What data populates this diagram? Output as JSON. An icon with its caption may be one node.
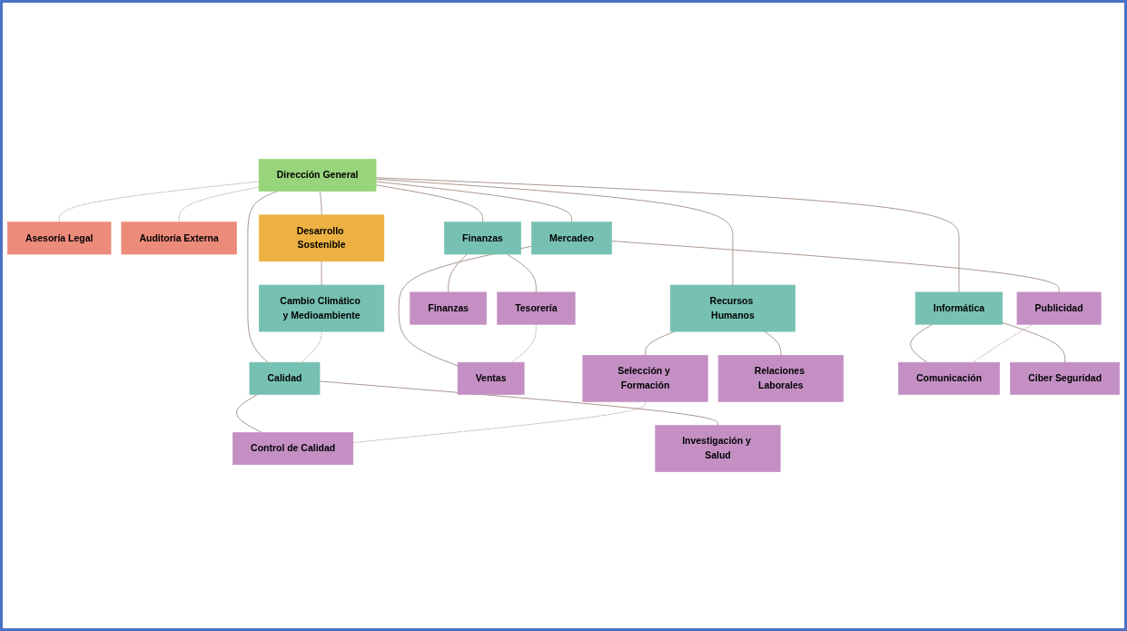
{
  "diagram": {
    "nodes": [
      {
        "text": [
          "Dirección General"
        ]
      },
      {
        "text": [
          "Asesoría Legal"
        ]
      },
      {
        "text": [
          "Auditoría Externa"
        ]
      },
      {
        "text": [
          "Desarrollo Sostenible"
        ]
      },
      {
        "text": [
          "Cambio Climático y Medioambiente"
        ]
      },
      {
        "text": [
          "Finanzas"
        ]
      },
      {
        "text": [
          "Mercadeo"
        ]
      },
      {
        "text": [
          "Recursos Humanos"
        ]
      },
      {
        "text": [
          "Calidad"
        ]
      },
      {
        "text": [
          "Informática"
        ]
      },
      {
        "text": [
          "Finanzas"
        ]
      },
      {
        "text": [
          "Tesorería"
        ]
      },
      {
        "text": [
          "Publicidad"
        ]
      },
      {
        "text": [
          "Ventas"
        ]
      },
      {
        "text": [
          "Selección y Formación"
        ]
      },
      {
        "text": [
          "Relaciones Laborales"
        ]
      },
      {
        "text": [
          "Control de Calidad"
        ]
      },
      {
        "text": [
          "Investigación y Salud"
        ]
      },
      {
        "text": [
          "Comunicación"
        ]
      },
      {
        "text": [
          "Ciber Seguridad"
        ]
      }
    ],
    "edges": [
      {
        "from": 0,
        "to": 1,
        "arrow": "none",
        "style": "dashed"
      },
      {
        "from": 0,
        "to": 2,
        "arrow": "none",
        "style": "dashed"
      },
      {
        "from": 0,
        "to": 3,
        "arrow": "none"
      },
      {
        "from": 3,
        "to": 4,
        "arrow": "none"
      },
      {
        "from": 0,
        "to": 5,
        "arrow": "none"
      },
      {
        "from": 0,
        "to": 6,
        "arrow": "none"
      },
      {
        "from": 0,
        "to": 7,
        "arrow": "none"
      },
      {
        "from": 0,
        "to": 8,
        "arrow": "none"
      },
      {
        "from": 0,
        "to": 9,
        "arrow": "none"
      },
      {
        "from": 4,
        "to": 8,
        "arrow": "none",
        "style": "dashed"
      },
      {
        "from": 5,
        "to": 10,
        "arrow": "none"
      },
      {
        "from": 5,
        "to": 11,
        "arrow": "none"
      },
      {
        "from": 6,
        "to": 12,
        "arrow": "none"
      },
      {
        "from": 6,
        "to": 13,
        "arrow": "none"
      },
      {
        "from": 7,
        "to": 14,
        "arrow": "none"
      },
      {
        "from": 7,
        "to": 15,
        "arrow": "none"
      },
      {
        "from": 8,
        "to": 16,
        "arrow": "none"
      },
      {
        "from": 8,
        "to": 17,
        "arrow": "none"
      },
      {
        "from": 9,
        "to": 18,
        "arrow": "none"
      },
      {
        "from": 9,
        "to": 19,
        "arrow": "none"
      },
      {
        "from": 11,
        "to": 13,
        "arrow": "none",
        "style": "dashed"
      },
      {
        "from": 14,
        "to": 16,
        "arrow": "none",
        "style": "dashed"
      },
      {
        "from": 12,
        "to": 18,
        "arrow": "none",
        "style": "dashed"
      }
    ]
  }
}
